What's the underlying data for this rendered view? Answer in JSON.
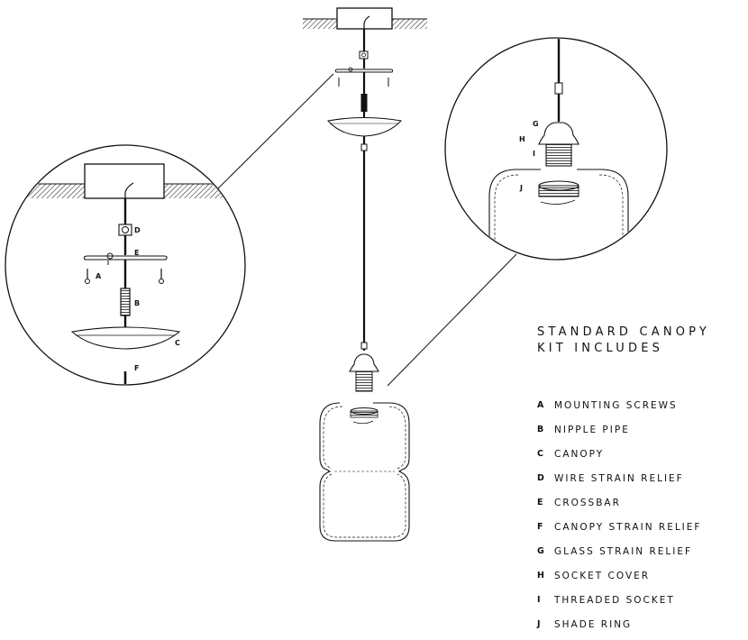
{
  "title": {
    "line1": "STANDARD CANOPY",
    "line2": "KIT INCLUDES"
  },
  "legend": [
    {
      "key": "A",
      "label": "MOUNTING SCREWS"
    },
    {
      "key": "B",
      "label": "NIPPLE PIPE"
    },
    {
      "key": "C",
      "label": "CANOPY"
    },
    {
      "key": "D",
      "label": "WIRE STRAIN RELIEF"
    },
    {
      "key": "E",
      "label": "CROSSBAR"
    },
    {
      "key": "F",
      "label": "CANOPY STRAIN RELIEF"
    },
    {
      "key": "G",
      "label": "GLASS STRAIN RELIEF"
    },
    {
      "key": "H",
      "label": "SOCKET COVER"
    },
    {
      "key": "I",
      "label": "THREADED SOCKET"
    },
    {
      "key": "J",
      "label": "SHADE RING"
    }
  ],
  "callouts": {
    "a": "A",
    "b": "B",
    "c": "C",
    "d": "D",
    "e": "E",
    "f": "F",
    "g": "G",
    "h": "H",
    "i": "I",
    "j": "J"
  },
  "colors": {
    "ink": "#111111",
    "background": "#ffffff"
  }
}
